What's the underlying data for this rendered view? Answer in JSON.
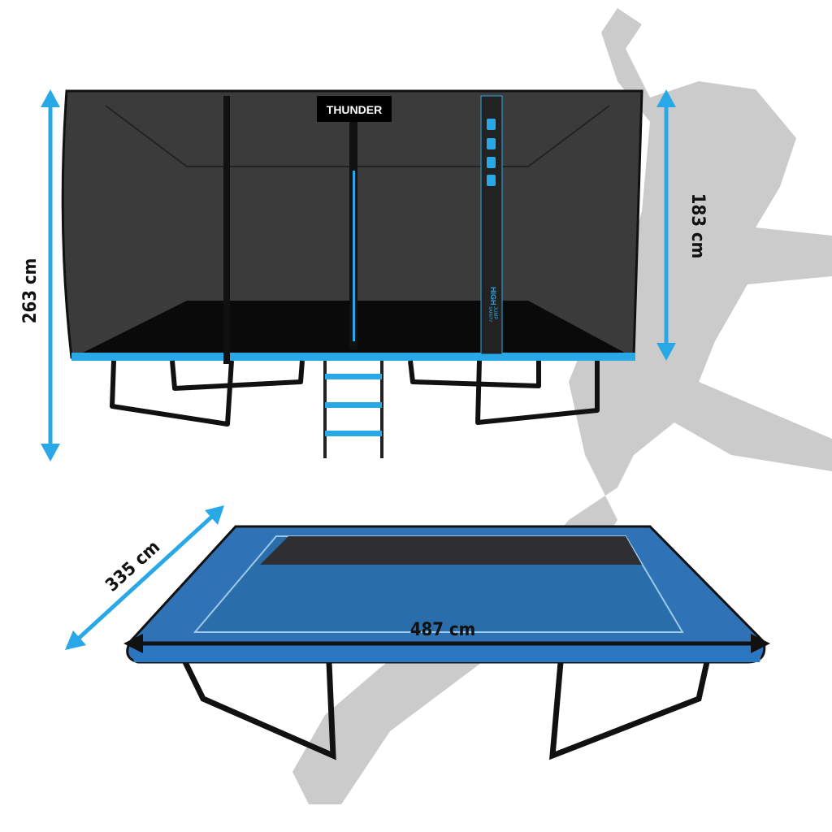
{
  "brand": {
    "logo_text": "THUNDER"
  },
  "net_label": {
    "line1": "HIGH",
    "line2": "JUMP",
    "line3": "SAFETY"
  },
  "dimensions": {
    "total_height": "263 cm",
    "net_height": "183 cm",
    "width": "335 cm",
    "length": "487 cm"
  },
  "colors": {
    "accent": "#29a8e8",
    "net": "#3a3a3a",
    "mat": "#2e6fb0",
    "silhouette": "#c8c8c8"
  }
}
